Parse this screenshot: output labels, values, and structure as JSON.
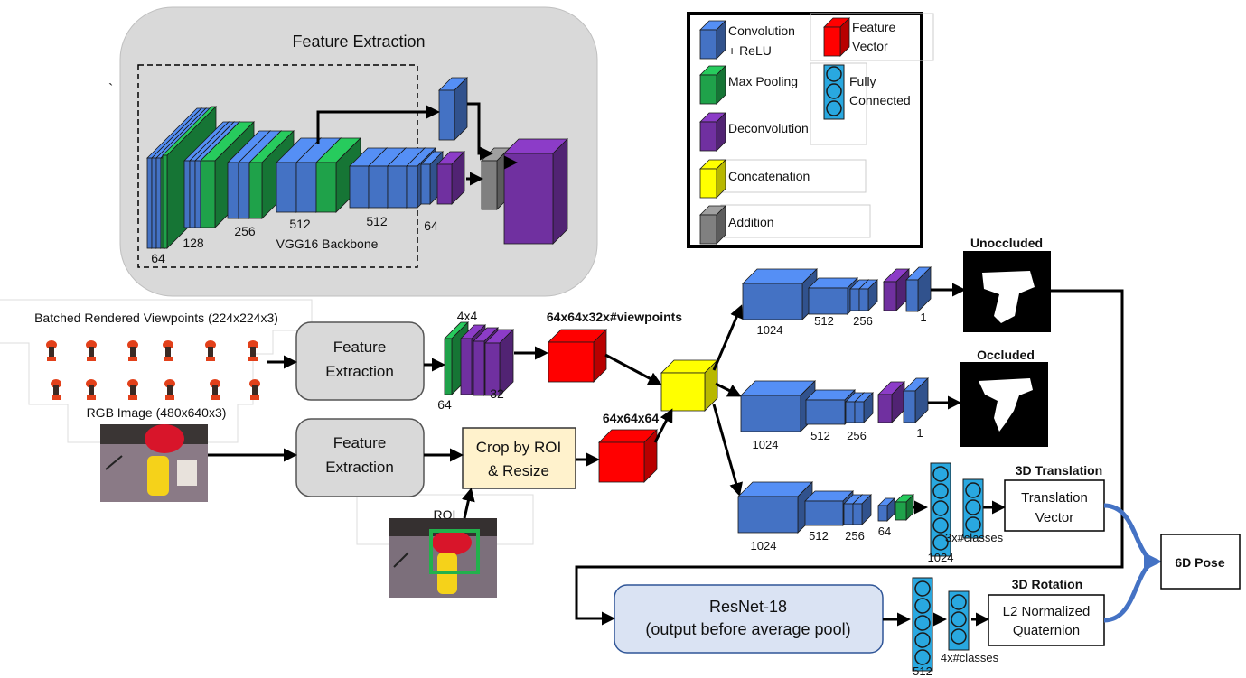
{
  "feature_extraction_panel": {
    "title": "Feature Extraction",
    "backbone_label": "VGG16 Backbone",
    "channel_labels": [
      "64",
      "128",
      "256",
      "512",
      "512",
      "64"
    ],
    "tick_mark": "`"
  },
  "legend": {
    "items": [
      {
        "label": "Convolution\n+ ReLU",
        "color": "#4472c4"
      },
      {
        "label": "Max Pooling",
        "color": "#1fa24a"
      },
      {
        "label": "Deconvolution",
        "color": "#7030a0"
      },
      {
        "label": "Concatenation",
        "color": "#ffff00"
      },
      {
        "label": "Addition",
        "color": "#808080"
      },
      {
        "label": "Feature\nVector",
        "color": "#ff0000"
      },
      {
        "label": "Fully\nConnected",
        "color": "#29a8e0"
      }
    ]
  },
  "inputs": {
    "rendered_viewpoints_label": "Batched Rendered Viewpoints (224x224x3)",
    "rgb_image_label": "RGB Image (480x640x3)",
    "roi_label": "ROI"
  },
  "processing": {
    "feature_extraction_top": "Feature\nExtraction",
    "feature_extraction_bottom": "Feature\nExtraction",
    "crop_box": "Crop by ROI\n& Resize",
    "top_map_labels": [
      "4x4",
      "64",
      "32"
    ],
    "top_vector_label": "64x64x32x#viewpoints",
    "bottom_vector_label": "64x64x64"
  },
  "heads": {
    "unoccluded": {
      "title": "Unoccluded",
      "labels": [
        "1024",
        "512",
        "256",
        "1"
      ]
    },
    "occluded": {
      "title": "Occluded",
      "labels": [
        "1024",
        "512",
        "256",
        "1"
      ]
    },
    "translation": {
      "title": "3D Translation",
      "labels": [
        "1024",
        "512",
        "256",
        "64"
      ],
      "fc_labels": [
        "1024",
        "3x#classes"
      ],
      "output": "Translation\nVector"
    },
    "rotation": {
      "title": "3D Rotation",
      "resnet": "ResNet-18\n(output before average pool)",
      "fc_labels": [
        "512",
        "4x#classes"
      ],
      "output": "L2 Normalized\nQuaternion"
    }
  },
  "final_output": "6D Pose"
}
